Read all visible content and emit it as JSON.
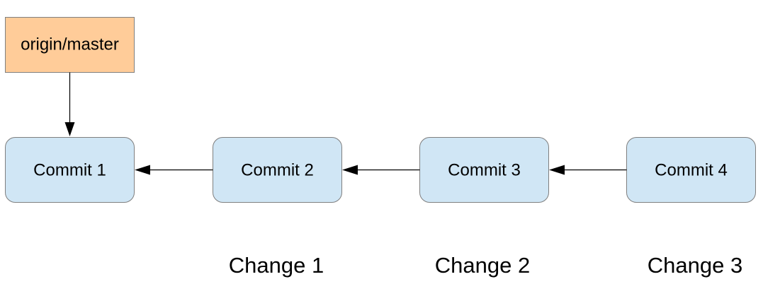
{
  "diagram": {
    "branch": {
      "label": "origin/master",
      "fill": "#ffcc99",
      "stroke": "#7f7f7f"
    },
    "commit_style": {
      "fill": "#d0e6f5",
      "stroke": "#7f7f7f"
    },
    "commits": [
      {
        "label": "Commit 1"
      },
      {
        "label": "Commit 2"
      },
      {
        "label": "Commit 3"
      },
      {
        "label": "Commit 4"
      }
    ],
    "changes": [
      {
        "label": "Change 1"
      },
      {
        "label": "Change 2"
      },
      {
        "label": "Change 3"
      }
    ],
    "arrow_color": "#000000"
  }
}
